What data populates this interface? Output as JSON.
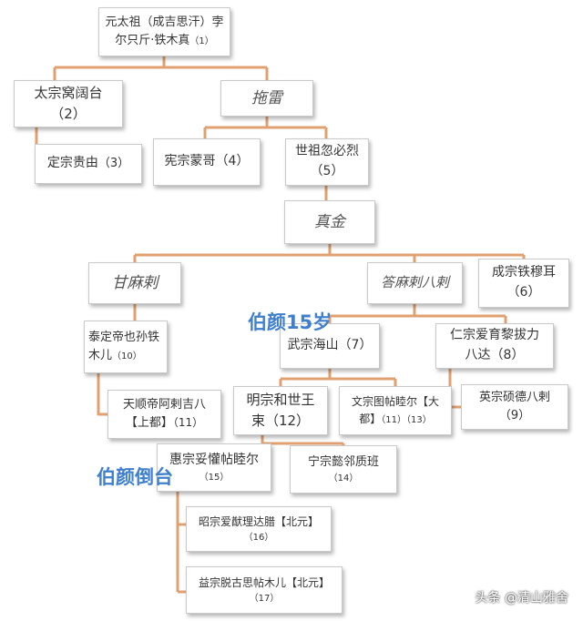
{
  "nodes": {
    "genghis": {
      "line1": "元太祖（成吉思汗）孛",
      "line2": "尔只斤·铁木真",
      "num": "（1）"
    },
    "ogedei": {
      "line1": "太宗窝阔台",
      "num": "（2）"
    },
    "tolui": {
      "name": "拖雷"
    },
    "guyuk": {
      "name": "定宗贵由",
      "num": "（3）"
    },
    "mongke": {
      "name": "宪宗蒙哥",
      "num": "（4）"
    },
    "kublai": {
      "line1": "世祖忽必烈",
      "num": "（5）"
    },
    "zhenjin": {
      "name": "真金"
    },
    "gammala": {
      "name": "甘麻剌"
    },
    "darmabala": {
      "name": "答麻剌八剌"
    },
    "temur": {
      "line1": "成宗铁穆耳",
      "num": "（6）"
    },
    "yesun": {
      "line1": "泰定帝也孙铁",
      "line2": "木儿",
      "num": "（10）"
    },
    "khaishan": {
      "line1": "武宗海山",
      "num": "（7）"
    },
    "ayurbarwada": {
      "line1": "仁宗爱育黎拔力",
      "line2": "八达",
      "num": "（8）"
    },
    "ragibagh": {
      "line1": "天顺帝阿剌吉八",
      "line2": "【上都】",
      "num": "（11）"
    },
    "kusala": {
      "line1": "明宗和世王",
      "line2": "束",
      "num": "（12）"
    },
    "tugh": {
      "line1": "文宗图帖睦尔【大",
      "line2": "都】",
      "num": "（11）（13）"
    },
    "shidebala": {
      "line1": "英宗硕德八剌",
      "num": "（9）"
    },
    "toghon": {
      "line1": "惠宗妥懽帖睦尔",
      "num": "（15）"
    },
    "rinchinbal": {
      "line1": "宁宗懿邻质班",
      "num": "（14）"
    },
    "ayushiridara": {
      "line1": "昭宗爱猷理达腊【北元】",
      "num": "（16）"
    },
    "togus": {
      "line1": "益宗脱古思帖木儿【北元】",
      "num": "（17）"
    }
  },
  "annotations": {
    "bayan15": "伯颜15岁",
    "bayanfall": "伯颜倒台"
  },
  "watermark": "头条 @清山雅舍",
  "colors": {
    "annotation": "#3f7fcc",
    "line": "#e0a070",
    "box_border": "#c9c9c9"
  }
}
